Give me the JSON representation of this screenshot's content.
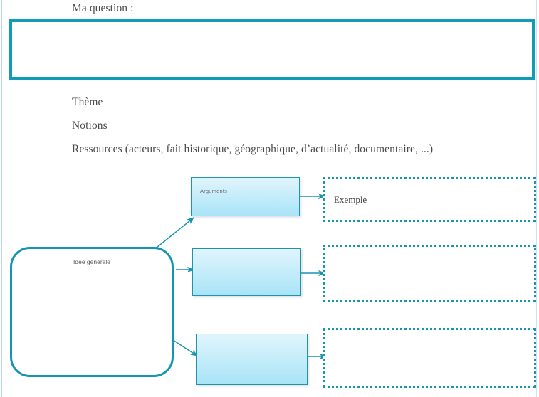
{
  "page": {
    "heading": "Ma question :",
    "fields": [
      "Thème",
      "Notions",
      "Ressources (acteurs, fait historique, géographique, d’actualité, documentaire, ...)"
    ]
  },
  "diagram": {
    "idea": {
      "label": "Idée générale"
    },
    "arguments": [
      {
        "label": "Arguments"
      },
      {
        "label": ""
      },
      {
        "label": ""
      }
    ],
    "examples": [
      {
        "label": "Exemple"
      },
      {
        "label": ""
      },
      {
        "label": ""
      }
    ]
  },
  "colors": {
    "accent_teal": "#0f9cb4",
    "node_border": "#1596b0",
    "arg_fill_top": "#dff5fd",
    "arg_fill_bottom": "#a8e4f7",
    "text_gray": "#4a4a4a",
    "page_rule": "#b7d6ef"
  }
}
